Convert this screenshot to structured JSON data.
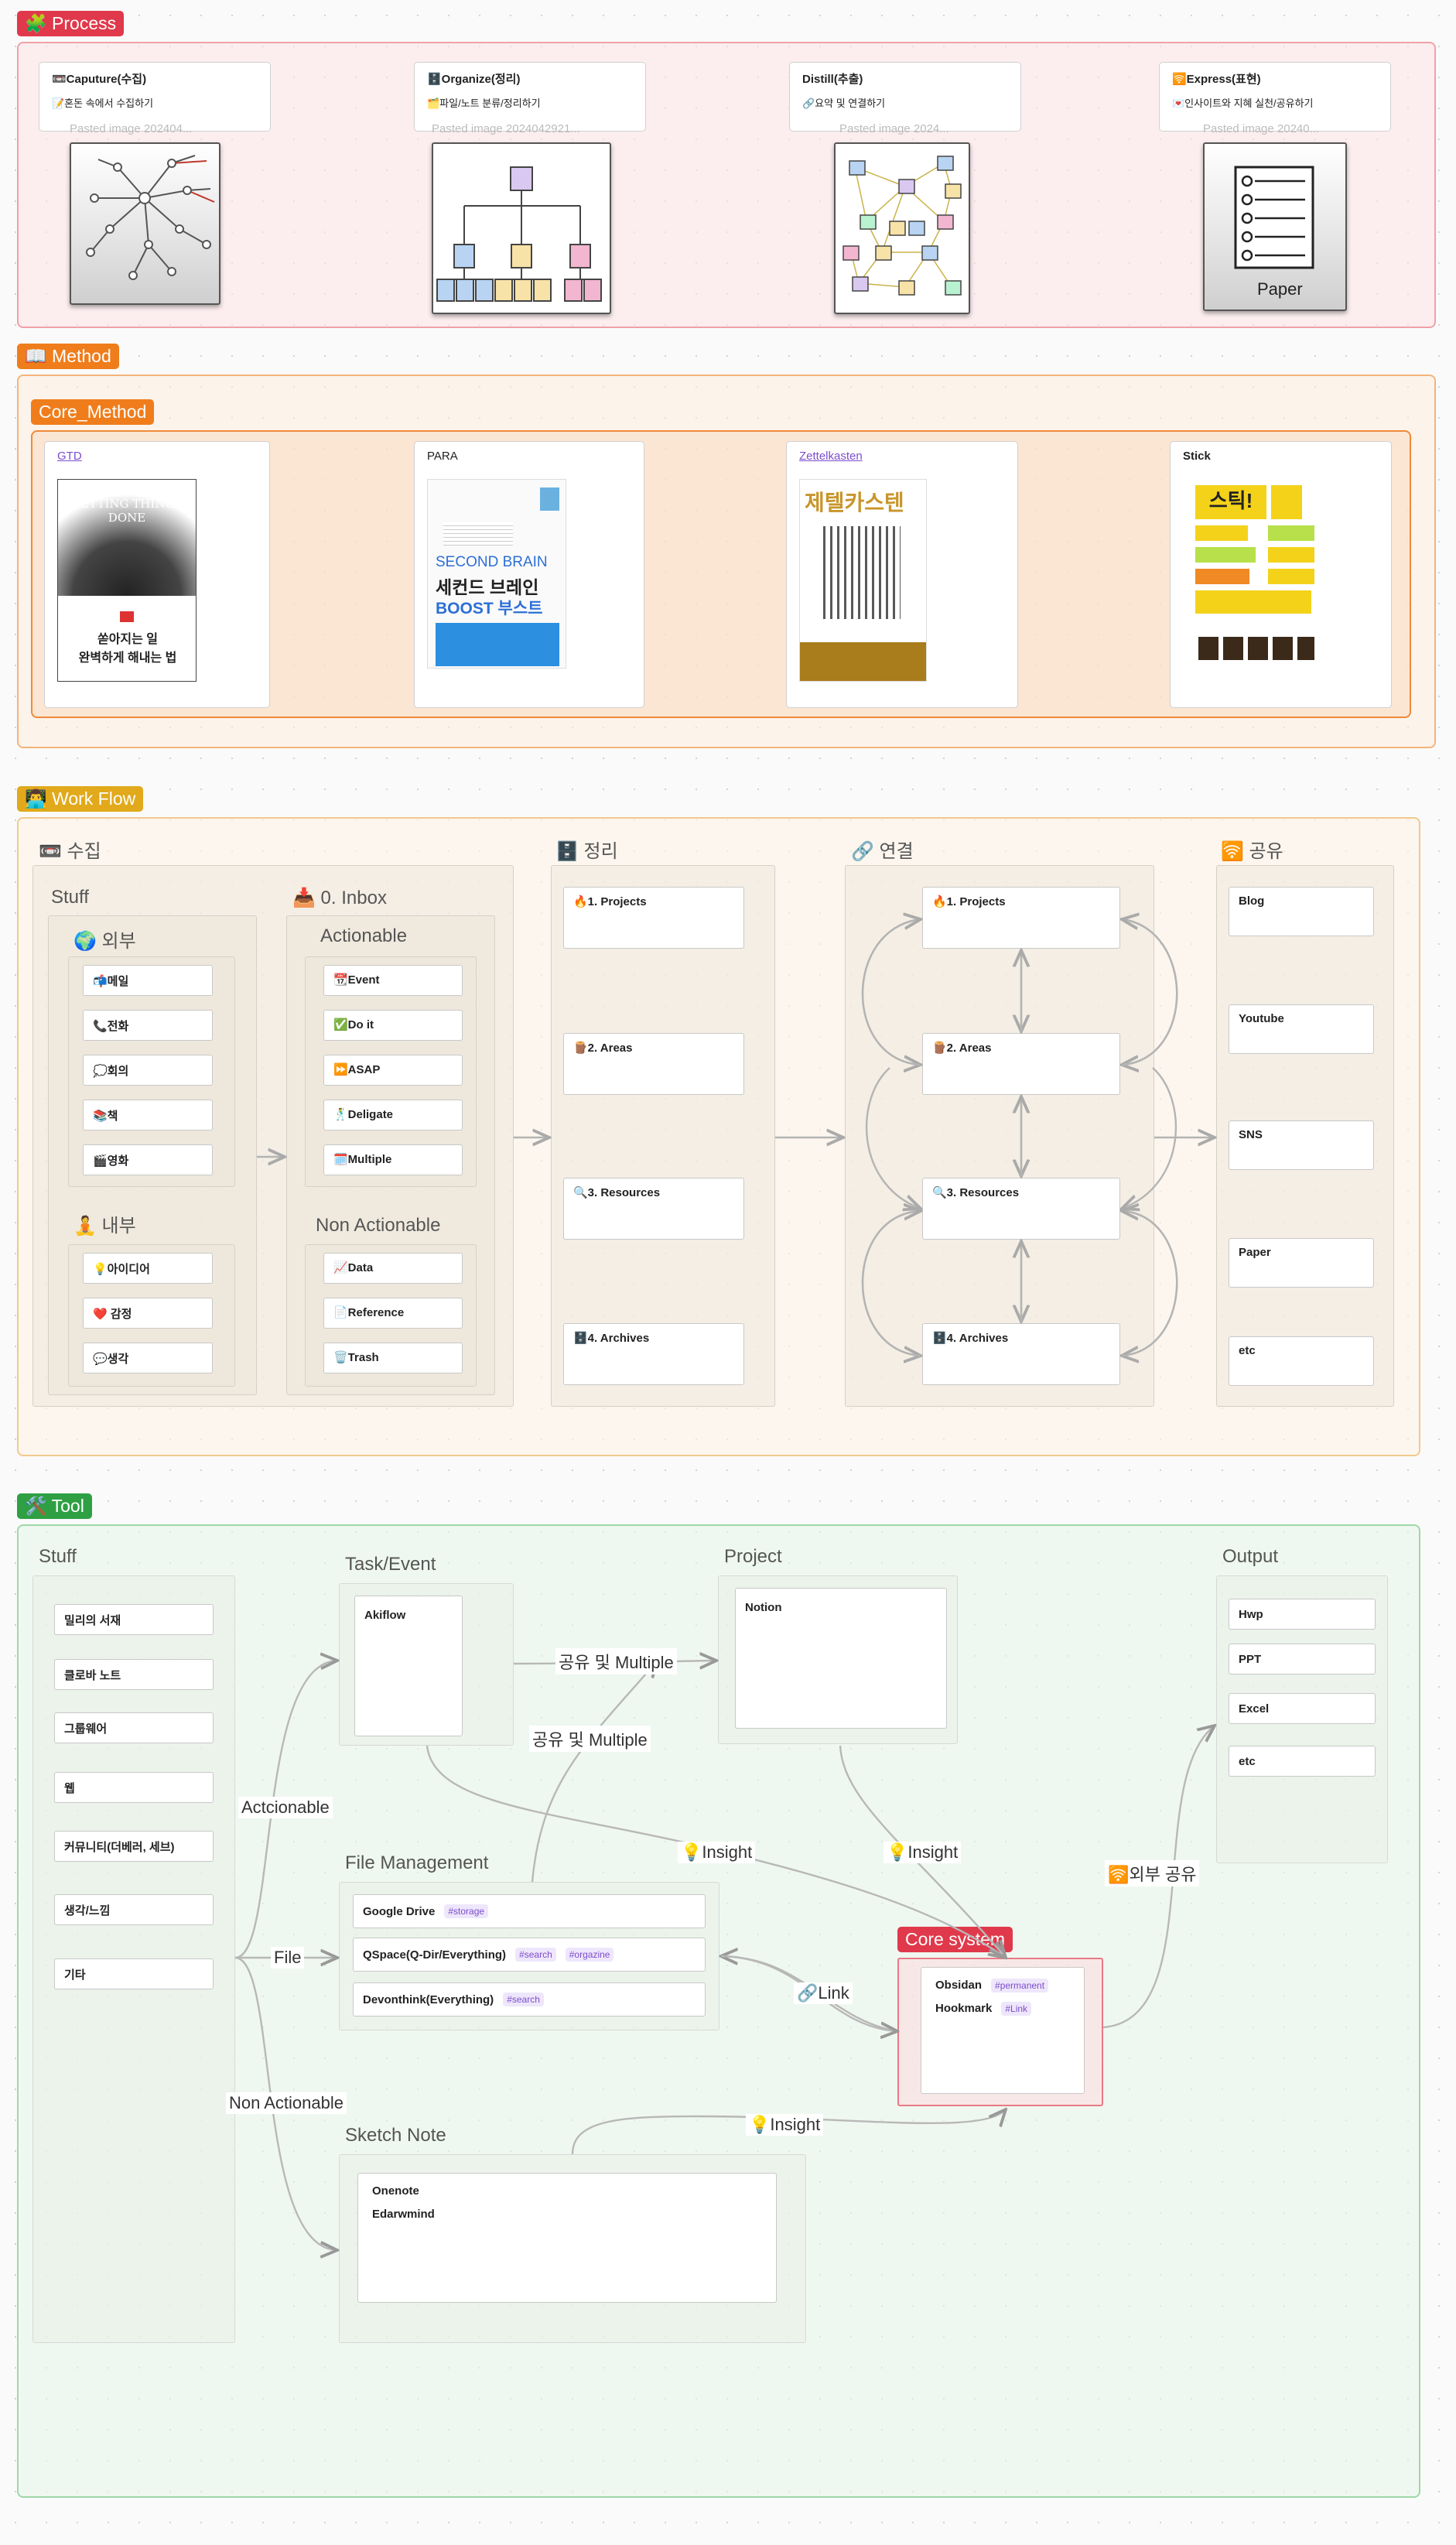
{
  "process": {
    "tag": "🧩 Process",
    "items": [
      {
        "title": "📼Caputure(수집)",
        "sub": "📝혼돈 속에서 수집하기",
        "caption": "Pasted image 202404..."
      },
      {
        "title": "🗄️Organize(정리)",
        "sub": "🗂️파일/노트 분류/정리하기",
        "caption": "Pasted image 2024042921..."
      },
      {
        "title": "Distill(추출)",
        "sub": "🔗요약 및 연결하기",
        "caption": "Pasted image 2024..."
      },
      {
        "title": "🛜Express(표현)",
        "sub": "💌인사이트와 지혜 실천/공유하기",
        "caption": "Pasted image 20240..."
      }
    ],
    "paper_text": "Paper"
  },
  "method": {
    "tag": "📖 Method",
    "inner_tag": "Core_Method",
    "items": [
      {
        "title": "GTD",
        "link": true,
        "book_title": "GETTING THINGS DONE",
        "book_sub": "쏟아지는 일\n완벽하게 해내는 법"
      },
      {
        "title": "PARA",
        "link": false,
        "book_title1": "SECOND BRAIN",
        "book_title2": "세컨드 브레인",
        "book_title3": "BOOST 부스트"
      },
      {
        "title": "Zettelkasten",
        "link": true,
        "book_title": "제텔카스텐"
      },
      {
        "title": "Stick",
        "link": false,
        "book_title": "스틱!"
      }
    ]
  },
  "workflow": {
    "tag": "👨‍💻 Work Flow",
    "col1": {
      "title": "📼 수집",
      "stuff": "Stuff",
      "external": "🌍 외부",
      "internal": "🧘 내부",
      "external_items": [
        "📬메일",
        "📞전화",
        "💭회의",
        "📚책",
        "🎬영화"
      ],
      "internal_items": [
        "💡아이디어",
        "❤️ 감정",
        "💬생각"
      ],
      "inbox": "📥 0. Inbox",
      "actionable": "Actionable",
      "non_actionable": "Non Actionable",
      "action_items": [
        "📆Event",
        "✅Do it",
        "⏩ASAP",
        "🕺Deligate",
        "🗓️Multiple"
      ],
      "non_action_items": [
        "📈Data",
        "📄Reference",
        "🗑️Trash"
      ]
    },
    "col2": {
      "title": "🗄️ 정리",
      "items": [
        "🔥1. Projects",
        "🪵2. Areas",
        "🔍3. Resources",
        "🗄️4. Archives"
      ]
    },
    "col3": {
      "title": "🔗 연결",
      "items": [
        "🔥1. Projects",
        "🪵2. Areas",
        "🔍3. Resources",
        "🗄️4. Archives"
      ]
    },
    "col4": {
      "title": "🛜 공유",
      "items": [
        "Blog",
        "Youtube",
        "SNS",
        "Paper",
        "etc"
      ]
    }
  },
  "tool": {
    "tag": "🛠️ Tool",
    "stuff": {
      "title": "Stuff",
      "items": [
        "밀리의 서재",
        "클로바 노트",
        "그룹웨어",
        "웹",
        "커뮤니티(더베러, 세브)",
        "생각/느낌",
        "기타"
      ]
    },
    "task": {
      "title": "Task/Event",
      "card": "Akiflow"
    },
    "project": {
      "title": "Project",
      "card": "Notion"
    },
    "output": {
      "title": "Output",
      "items": [
        "Hwp",
        "PPT",
        "Excel",
        "etc"
      ]
    },
    "file": {
      "title": "File Management",
      "items": [
        {
          "name": "Google Drive",
          "tags": [
            "#storage"
          ]
        },
        {
          "name": "QSpace(Q-Dir/Everything)",
          "tags": [
            "#search",
            "#orgazine"
          ]
        },
        {
          "name": "Devonthink(Everything)",
          "tags": [
            "#search"
          ]
        }
      ]
    },
    "sketch": {
      "title": "Sketch Note",
      "items": [
        "Onenote",
        "Edarwmind"
      ]
    },
    "core": {
      "title": "Core system",
      "items": [
        {
          "name": "Obsidan",
          "tag": "#permanent"
        },
        {
          "name": "Hookmark",
          "tag": "#Link"
        }
      ]
    },
    "edges": {
      "actionable": "Actcionable",
      "file": "File",
      "non_actionable": "Non Actionable",
      "share1": "공유 및 Multiple",
      "share2": "공유 및 Multiple",
      "insight1": "💡Insight",
      "insight2": "💡Insight",
      "insight3": "💡Insight",
      "link": "🔗Link",
      "external": "🛜외부 공유"
    }
  },
  "colors": {
    "process": "#e0394b",
    "method": "#ef7d1c",
    "workflow": "#e1a91b",
    "tool": "#2ea043",
    "core": "#e0394b"
  }
}
